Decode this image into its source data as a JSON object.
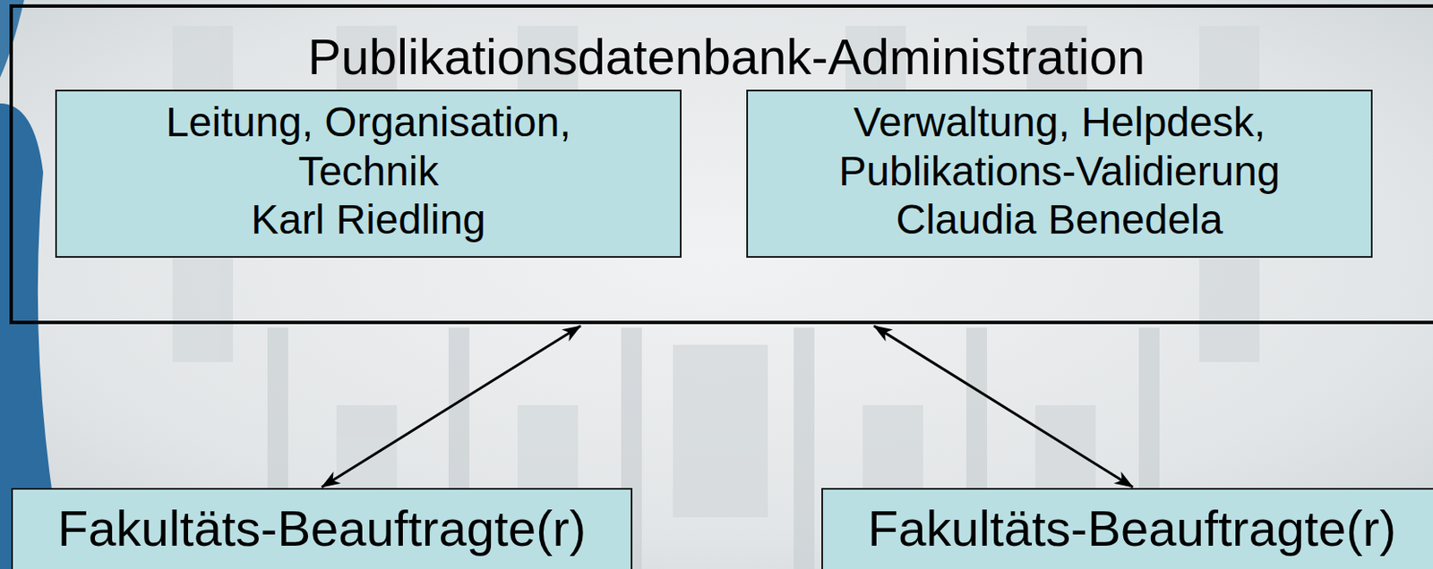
{
  "diagram": {
    "nodes": [
      {
        "text": [
          "Publikationsdatenbank-Administration"
        ]
      },
      {
        "text": [
          "Leitung, Organisation, Technik",
          "Karl Riedling"
        ],
        "in": 0
      },
      {
        "text": [
          "Verwaltung, Helpdesk, Publikations-Validierung",
          "Claudia Benedela"
        ],
        "in": 0
      },
      {
        "text": [
          "Fakultäts-Beauftragte(r)"
        ]
      },
      {
        "text": [
          "Fakultäts-Beauftragte(r)"
        ]
      }
    ],
    "edges": [
      {
        "from": 0,
        "to": 3,
        "arrow": "both"
      },
      {
        "from": 0,
        "to": 4,
        "arrow": "both"
      }
    ]
  }
}
